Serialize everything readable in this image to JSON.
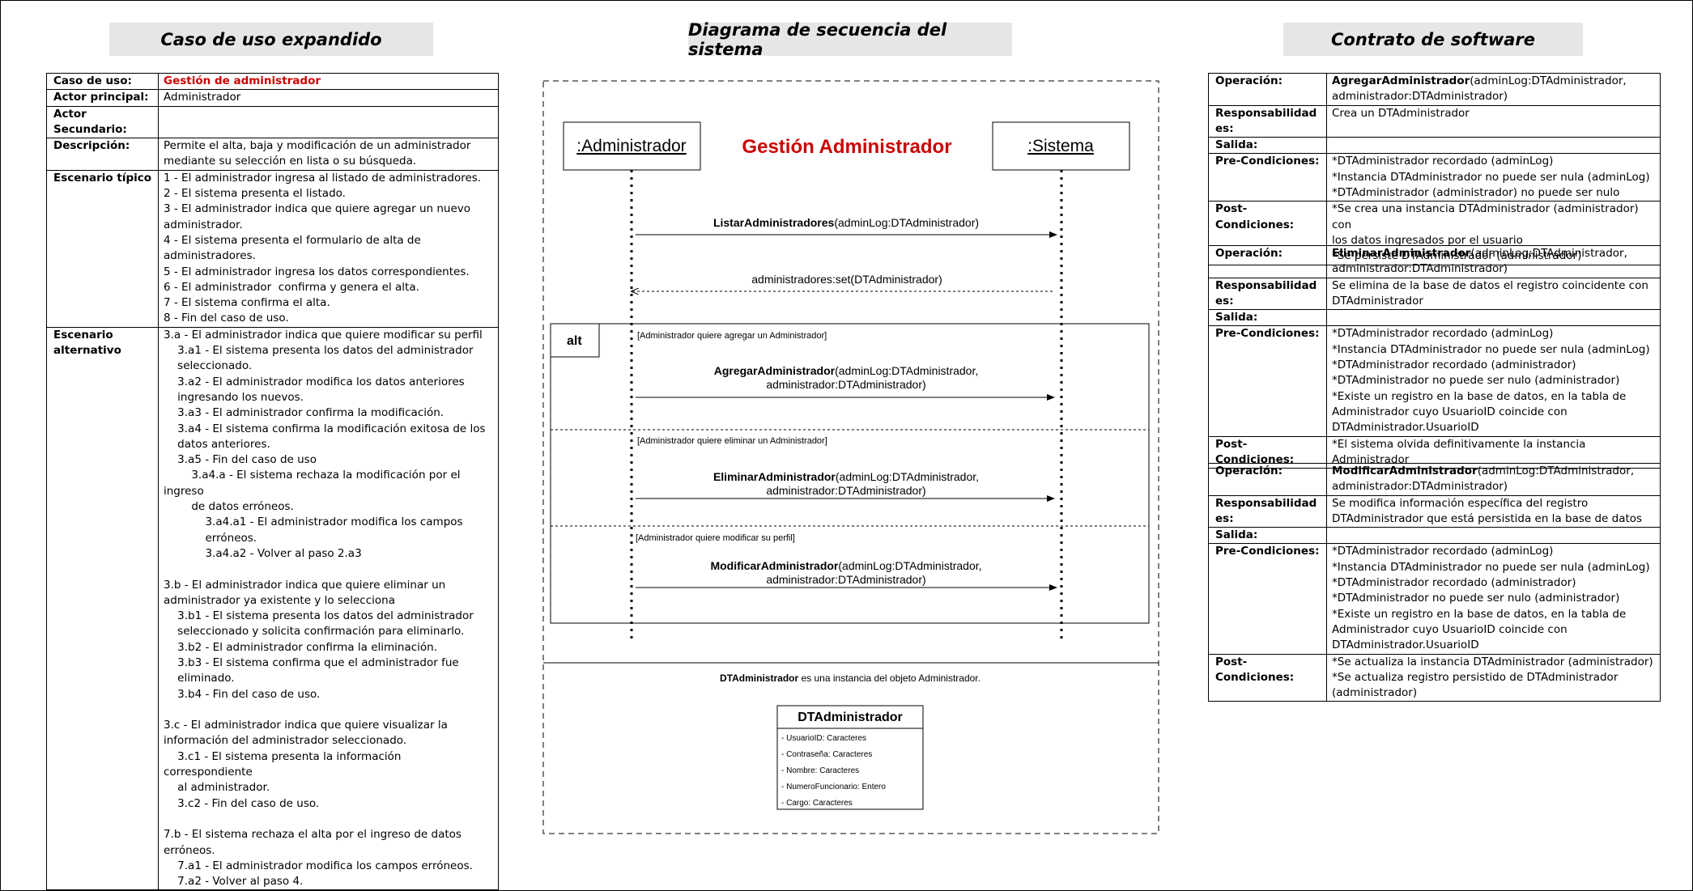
{
  "headers": {
    "left": "Caso de uso expandido",
    "middle": "Diagrama de secuencia del sistema",
    "right": "Contrato de software"
  },
  "use_case": {
    "rows": [
      {
        "k": "Caso de uso:",
        "v": "Gestión de administrador"
      },
      {
        "k": "Actor principal:",
        "v": "Administrador"
      },
      {
        "k": "Actor Secundario:",
        "v": ""
      },
      {
        "k": "Descripción:",
        "v": "Permite el alta, baja y modificación de un administrador\nmediante su selección en lista o su búsqueda."
      },
      {
        "k": "Escenario típico",
        "v": "1 - El administrador ingresa al listado de administradores.\n2 - El sistema presenta el listado.\n3 - El administrador indica que quiere agregar un nuevo\nadministrador.\n4 - El sistema presenta el formulario de alta de\nadministradores.\n5 - El administrador ingresa los datos correspondientes.\n6 - El administrador  confirma y genera el alta.\n7 - El sistema confirma el alta.\n8 - Fin del caso de uso."
      },
      {
        "k": "Escenario\nalternativo",
        "v": "3.a - El administrador indica que quiere modificar su perfil\n    3.a1 - El sistema presenta los datos del administrador\n    seleccionado.\n    3.a2 - El administrador modifica los datos anteriores\n    ingresando los nuevos.\n    3.a3 - El administrador confirma la modificación.\n    3.a4 - El sistema confirma la modificación exitosa de los\n    datos anteriores.\n    3.a5 - Fin del caso de uso\n        3.a4.a - El sistema rechaza la modificación por el ingreso\n        de datos erróneos.\n            3.a4.a1 - El administrador modifica los campos\n            erróneos.\n            3.a4.a2 - Volver al paso 2.a3\n\n3.b - El administrador indica que quiere eliminar un\nadministrador ya existente y lo selecciona\n    3.b1 - El sistema presenta los datos del administrador\n    seleccionado y solicita confirmación para eliminarlo.\n    3.b2 - El administrador confirma la eliminación.\n    3.b3 - El sistema confirma que el administrador fue\n    eliminado.\n    3.b4 - Fin del caso de uso.\n\n3.c - El administrador indica que quiere visualizar la\ninformación del administrador seleccionado.\n    3.c1 - El sistema presenta la información correspondiente\n    al administrador.\n    3.c2 - Fin del caso de uso.\n\n7.b - El sistema rechaza el alta por el ingreso de datos\nerróneos.\n    7.a1 - El administrador modifica los campos erróneos.\n    7.a2 - Volver al paso 4."
      }
    ]
  },
  "sequence": {
    "actor_left": ":Administrador",
    "actor_right": ":Sistema",
    "title": "Gestión Administrador",
    "msg1_bold": "ListarAdministradores",
    "msg1_rest": "(adminLog:DTAdministrador)",
    "ret1": "administradores:set(DTAdministrador)",
    "alt_label": "alt",
    "guard1": "[Administrador quiere agregar un Administrador]",
    "msg2_bold": "AgregarAdministrador",
    "msg2_rest": "(adminLog:DTAdministrador,",
    "msg2_line2": "administrador:DTAdministrador)",
    "guard2": "[Administrador quiere eliminar un Administrador]",
    "msg3_bold": "EliminarAdministrador",
    "msg3_rest": "(adminLog:DTAdministrador,",
    "msg3_line2": "administrador:DTAdministrador)",
    "guard3": "[Administrador quiere modificar su perfil]",
    "msg4_bold": "ModificarAdministrador",
    "msg4_rest": "(adminLog:DTAdministrador,",
    "msg4_line2": "administrador:DTAdministrador)",
    "note_bold": "DTAdministrador",
    "note_rest": " es una instancia del objeto Administrador.",
    "class_name": "DTAdministrador",
    "class_attrs": [
      "- UsuarioID: Caracteres",
      "- Contraseña: Caracteres",
      "- Nombre: Caracteres",
      "- NumeroFuncionario: Entero",
      "- Cargo: Caracteres"
    ]
  },
  "contracts": [
    {
      "rows": [
        {
          "k": "Operación:",
          "bold": "AgregarAdministrador",
          "v": "(adminLog:DTAdministrador,\nadministrador:DTAdministrador)"
        },
        {
          "k": "Responsabilidades:",
          "v": "Crea un DTAdministrador"
        },
        {
          "k": "Salida:",
          "v": ""
        },
        {
          "k": "Pre-Condiciones:",
          "v": "*DTAdministrador recordado (adminLog)\n*Instancia DTAdministrador no puede ser nula (adminLog)\n*DTAdministrador (administrador) no puede ser nulo"
        },
        {
          "k": "Post-Condiciones:",
          "v": "*Se crea una instancia DTAdministrador (administrador) con\nlos datos ingresados por el usuario\n*Se persiste DTAdministrador (administrador)"
        }
      ]
    },
    {
      "rows": [
        {
          "k": "Operación:",
          "bold": "EliminarAdministrador",
          "v": "(adminLog:DTAdministrador,\nadministrador:DTAdministrador)"
        },
        {
          "k": "Responsabilidades:",
          "v": "Se elimina de la base de datos el registro coincidente con\nDTAdministrador"
        },
        {
          "k": "Salida:",
          "v": ""
        },
        {
          "k": "Pre-Condiciones:",
          "v": "*DTAdministrador recordado (adminLog)\n*Instancia DTAdministrador no puede ser nula (adminLog)\n*DTAdministrador recordado (administrador)\n*DTAdministrador no puede ser nulo (administrador)\n*Existe un registro en la base de datos, en la tabla de\nAdministrador cuyo UsuarioID coincide con\nDTAdministrador.UsuarioID"
        },
        {
          "k": "Post-Condiciones:",
          "v": "*El sistema olvida definitivamente la instancia Administrador"
        }
      ]
    },
    {
      "rows": [
        {
          "k": "Operación:",
          "bold": "ModificarAdministrador",
          "v": "(adminLog:DTAdministrador,\nadministrador:DTAdministrador)"
        },
        {
          "k": "Responsabilidades:",
          "v": "Se modifica información específica del registro\nDTAdministrador que está persistida en la base de datos"
        },
        {
          "k": "Salida:",
          "v": ""
        },
        {
          "k": "Pre-Condiciones:",
          "v": "*DTAdministrador recordado (adminLog)\n*Instancia DTAdministrador no puede ser nula (adminLog)\n*DTAdministrador recordado (administrador)\n*DTAdministrador no puede ser nulo (administrador)\n*Existe un registro en la base de datos, en la tabla de\nAdministrador cuyo UsuarioID coincide con\nDTAdministrador.UsuarioID"
        },
        {
          "k": "Post-Condiciones:",
          "v": "*Se actualiza la instancia DTAdministrador (administrador)\n*Se actualiza registro persistido de DTAdministrador\n(administrador)"
        }
      ]
    }
  ]
}
